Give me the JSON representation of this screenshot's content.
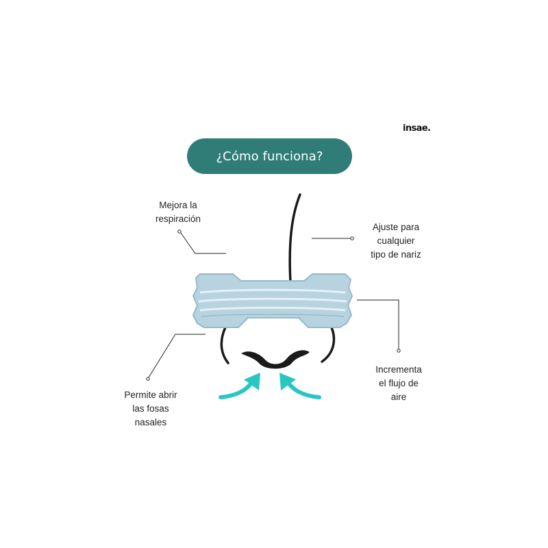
{
  "brand": {
    "logo_text": "insae."
  },
  "title": {
    "text": "¿Cómo funciona?",
    "background_color": "#2f7d76",
    "text_color": "#ffffff"
  },
  "labels": {
    "mejora": {
      "line1": "Mejora la",
      "line2": "respiración"
    },
    "ajuste": {
      "line1": "Ajuste para",
      "line2": "cualquier",
      "line3": "tipo de nariz"
    },
    "incrementa": {
      "line1": "Incrementa",
      "line2": "el flujo de",
      "line3": "aire"
    },
    "permite": {
      "line1": "Permite abrir",
      "line2": "las fosas",
      "line3": "nasales"
    }
  },
  "colors": {
    "band_fill": "#b7d3e0",
    "band_stroke": "#96b9ca",
    "nose_outline": "#1a1a1a",
    "airflow_arrows": "#29c7c4",
    "leader_lines": "#222222"
  },
  "icons": {
    "airflow": "curved-arrow-up-icon",
    "leader": "leader-line-with-dot"
  }
}
